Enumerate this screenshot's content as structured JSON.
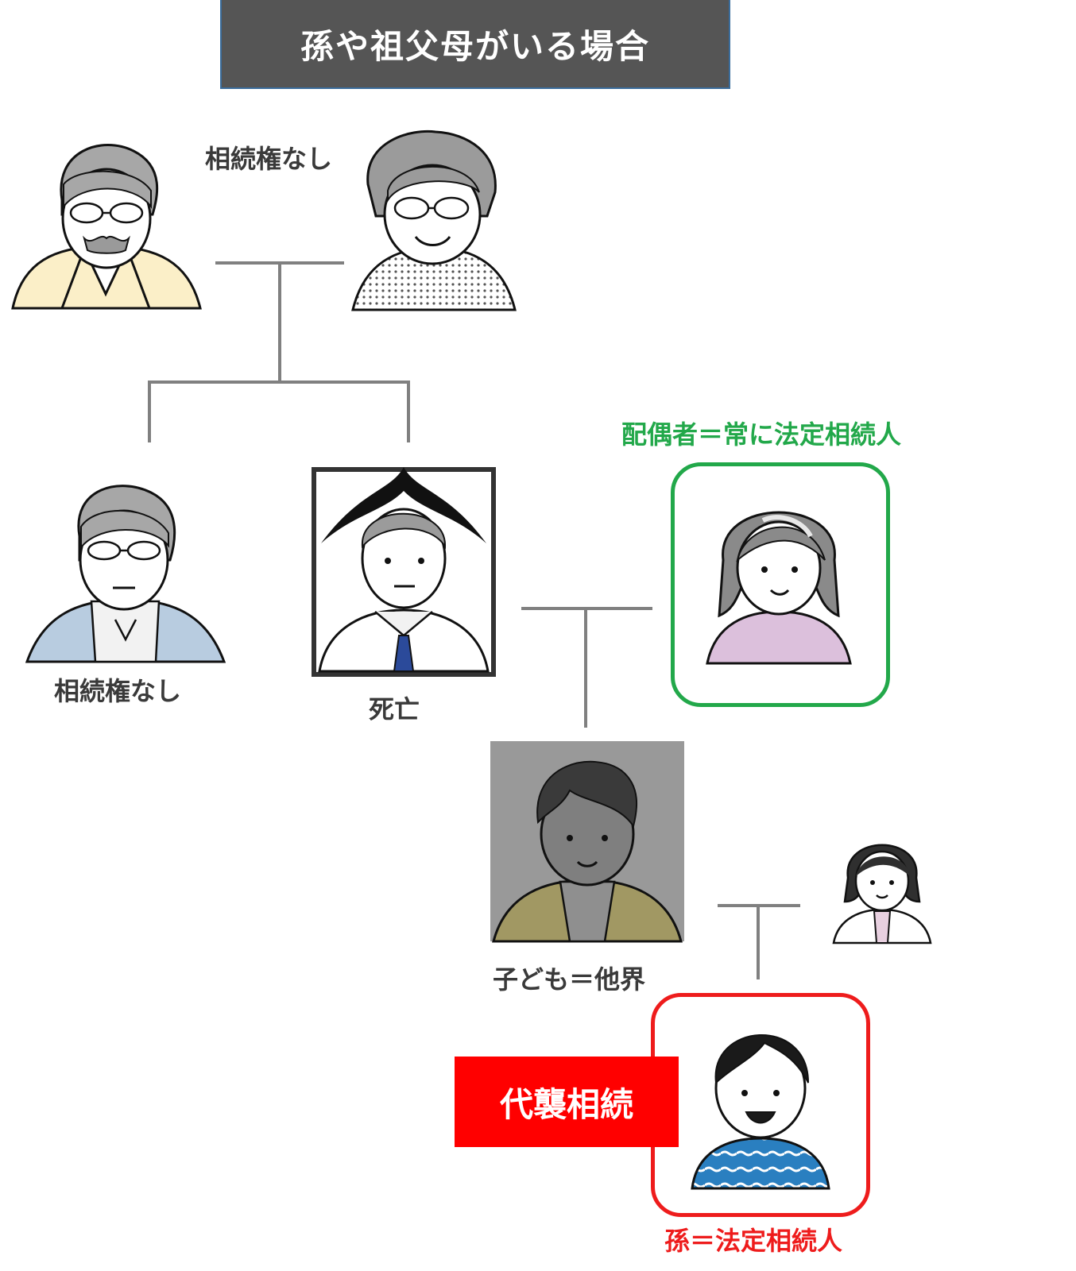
{
  "title": "孫や祖父母がいる場合",
  "labels": {
    "grandparents": "相続権なし",
    "sibling": "相続権なし",
    "deceased": "死亡",
    "spouse": "配偶者＝常に法定相続人",
    "child": "子ども＝他界",
    "grandchild": "孫＝法定相続人",
    "substitution": "代襲相続"
  },
  "icons": {
    "grandfather": "grandfather-icon",
    "grandmother": "grandmother-icon",
    "sibling": "uncle-icon",
    "deceased": "deceased-man-icon",
    "spouse": "wife-icon",
    "child": "son-icon",
    "child_spouse": "daughter-in-law-icon",
    "grandchild": "grandson-icon"
  },
  "colors": {
    "title_bg": "#555555",
    "spouse_frame": "#22a84a",
    "grandchild_frame": "#ee1c1c",
    "tag_bg": "#ff0000",
    "line": "#808080"
  }
}
